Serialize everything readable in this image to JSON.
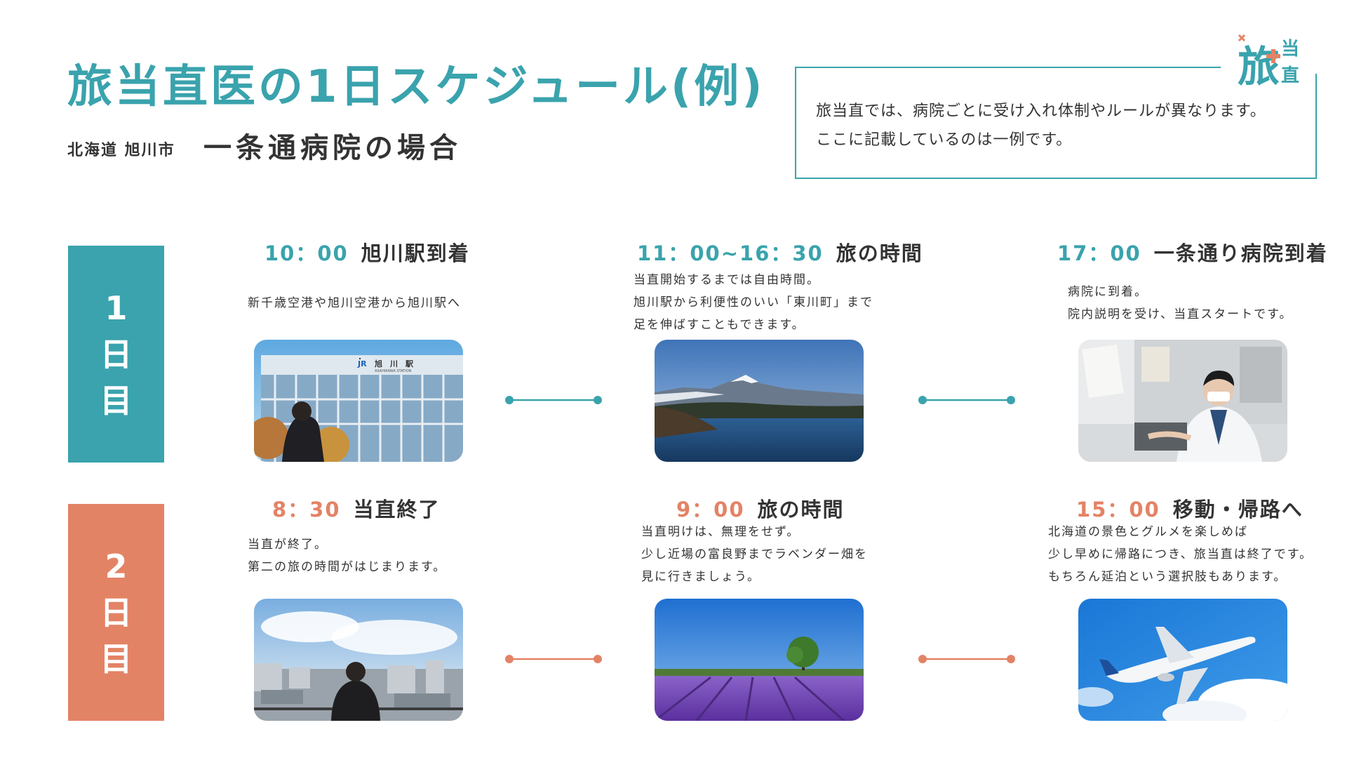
{
  "header": {
    "title": "旅当直医の1日スケジュール(例)",
    "location": "北海道 旭川市",
    "hospital": "一条通病院の場合"
  },
  "note": {
    "line1": "旅当直では、病院ごとに受け入れ体制やルールが異なります。",
    "line2": "ここに記載しているのは一例です。"
  },
  "logo": {
    "text": "旅当直",
    "icon": "medical-cross-icon",
    "color": "#3aa3ad",
    "accent": "#e38365"
  },
  "colors": {
    "day1": "#3aa3ad",
    "day2": "#e38365"
  },
  "days": [
    {
      "label": {
        "num": "1",
        "c1": "日",
        "c2": "目"
      },
      "items": [
        {
          "time": "10：00",
          "title": "旭川駅到着",
          "lines": [
            "新千歳空港や旭川空港から旭川駅へ"
          ],
          "photo": "asahikawa-station-photo",
          "sign": {
            "jr": "JR",
            "name": "旭　川　駅",
            "sub": "ASAHIKAWA STATION"
          }
        },
        {
          "time": "11：00~16：30",
          "title": "旅の時間",
          "lines": [
            "当直開始するまでは自由時間。",
            "旭川駅から利便性のいい「東川町」まで",
            "足を伸ばすこともできます。"
          ],
          "photo": "mountain-lake-photo"
        },
        {
          "time": "17：00",
          "title": "一条通り病院到着",
          "lines": [
            "病院に到着。",
            "院内説明を受け、当直スタートです。"
          ],
          "photo": "doctor-at-desk-photo"
        }
      ]
    },
    {
      "label": {
        "num": "2",
        "c1": "日",
        "c2": "目"
      },
      "items": [
        {
          "time": "8：30",
          "title": "当直終了",
          "lines": [
            "当直が終了。",
            "第二の旅の時間がはじまります。"
          ],
          "photo": "city-view-photo"
        },
        {
          "time": "9：00",
          "title": "旅の時間",
          "lines": [
            "当直明けは、無理をせず。",
            "少し近場の富良野までラベンダー畑を",
            "見に行きましょう。"
          ],
          "photo": "lavender-field-photo"
        },
        {
          "time": "15：00",
          "title": "移動・帰路へ",
          "lines": [
            "北海道の景色とグルメを楽しめば",
            "少し早めに帰路につき、旅当直は終了です。",
            "もちろん延泊という選択肢もあります。"
          ],
          "photo": "airplane-photo"
        }
      ]
    }
  ]
}
